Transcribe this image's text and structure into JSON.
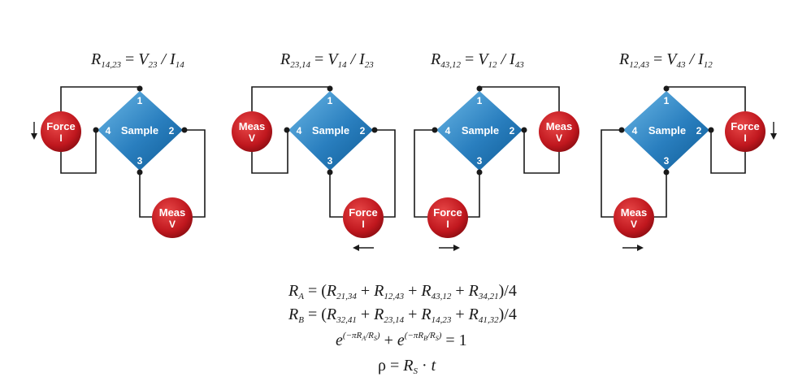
{
  "diagram": {
    "colors": {
      "sample_light": "#5aa9dc",
      "sample_dark": "#0f5c96",
      "circle_light": "#e2403f",
      "circle_dark": "#9b1016",
      "wire": "#1a1a1a"
    },
    "panels": [
      {
        "equation": {
          "r": "R",
          "r_sub": "14,23",
          "v": "V",
          "v_sub": "23",
          "i": "I",
          "i_sub": "14"
        },
        "sample_label": "Sample",
        "corners": {
          "top": "1",
          "right": "2",
          "bottom": "3",
          "left": "4"
        },
        "circle_a": {
          "line1": "Force",
          "line2": "I"
        },
        "circle_b": {
          "line1": "Meas",
          "line2": "V"
        }
      },
      {
        "equation": {
          "r": "R",
          "r_sub": "23,14",
          "v": "V",
          "v_sub": "14",
          "i": "I",
          "i_sub": "23"
        },
        "sample_label": "Sample",
        "corners": {
          "top": "1",
          "right": "2",
          "bottom": "3",
          "left": "4"
        },
        "circle_a": {
          "line1": "Meas",
          "line2": "V"
        },
        "circle_b": {
          "line1": "Force",
          "line2": "I"
        }
      },
      {
        "equation": {
          "r": "R",
          "r_sub": "43,12",
          "v": "V",
          "v_sub": "12",
          "i": "I",
          "i_sub": "43"
        },
        "sample_label": "Sample",
        "corners": {
          "top": "1",
          "right": "2",
          "bottom": "3",
          "left": "4"
        },
        "circle_a": {
          "line1": "Meas",
          "line2": "V"
        },
        "circle_b": {
          "line1": "Force",
          "line2": "I"
        }
      },
      {
        "equation": {
          "r": "R",
          "r_sub": "12,43",
          "v": "V",
          "v_sub": "43",
          "i": "I",
          "i_sub": "12"
        },
        "sample_label": "Sample",
        "corners": {
          "top": "1",
          "right": "2",
          "bottom": "3",
          "left": "4"
        },
        "circle_a": {
          "line1": "Force",
          "line2": "I"
        },
        "circle_b": {
          "line1": "Meas",
          "line2": "V"
        }
      }
    ],
    "formulas": {
      "ra": {
        "lhs": "R",
        "lhs_sub": "A",
        "eq": " = (",
        "t1": "R",
        "t1_sub": "21,34",
        "t2": "R",
        "t2_sub": "12,43",
        "t3": "R",
        "t3_sub": "43,12",
        "t4": "R",
        "t4_sub": "34,21",
        "plus": " + ",
        "tail": ")/4"
      },
      "rb": {
        "lhs": "R",
        "lhs_sub": "B",
        "eq": " = (",
        "t1": "R",
        "t1_sub": "32,41",
        "t2": "R",
        "t2_sub": "23,14",
        "t3": "R",
        "t3_sub": "14,23",
        "t4": "R",
        "t4_sub": "41,32",
        "plus": " + ",
        "tail": ")/4"
      },
      "vdp": {
        "e": "e",
        "exp1": "(−πR",
        "exp1_sub": "A",
        "exp1_tail": "/R",
        "exp1_sub2": "S",
        "exp1_close": ")",
        "plus": " + ",
        "exp2": "(−πR",
        "exp2_sub": "B",
        "exp2_tail": "/R",
        "exp2_sub2": "S",
        "exp2_close": ")",
        "rhs": " = 1"
      },
      "rho": {
        "lhs": "ρ",
        "eq": " = ",
        "r": "R",
        "r_sub": "S",
        "dot": " · ",
        "t": "t"
      }
    }
  }
}
